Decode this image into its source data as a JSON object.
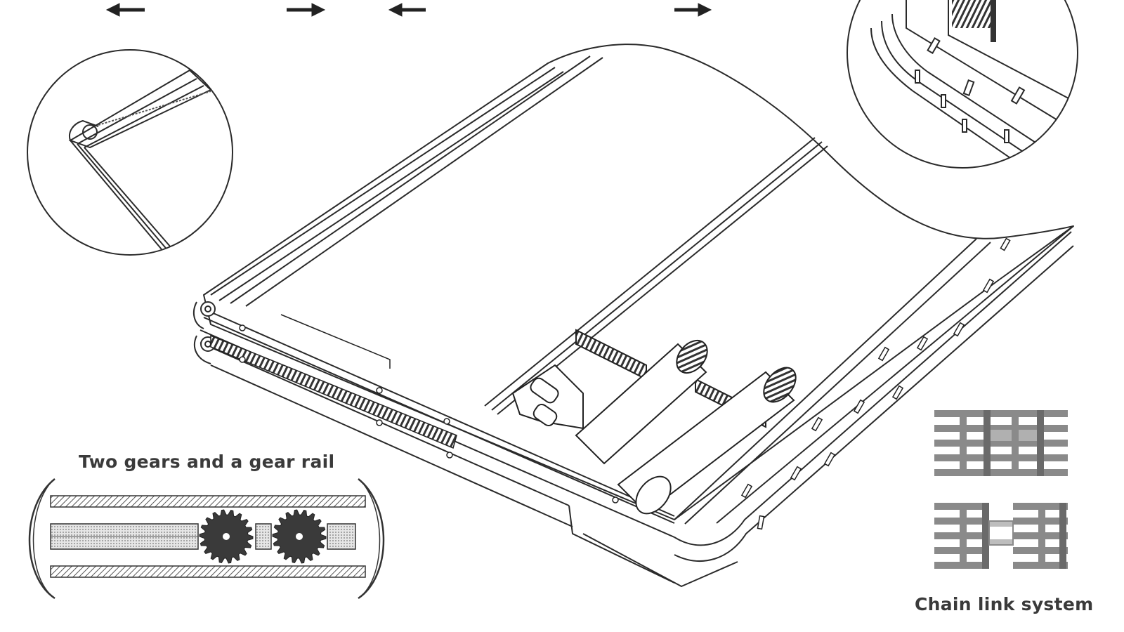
{
  "labels": {
    "gears": "Two gears and a gear rail",
    "chain": "Chain link system"
  },
  "arrows": [
    "left",
    "right",
    "left",
    "right"
  ],
  "colors": {
    "line": "#2a2a2a",
    "hatch": "#4a4a4a",
    "gear_fill": "#3a3a3a",
    "chain_fill": "#8a8a8a",
    "background": "#ffffff"
  }
}
